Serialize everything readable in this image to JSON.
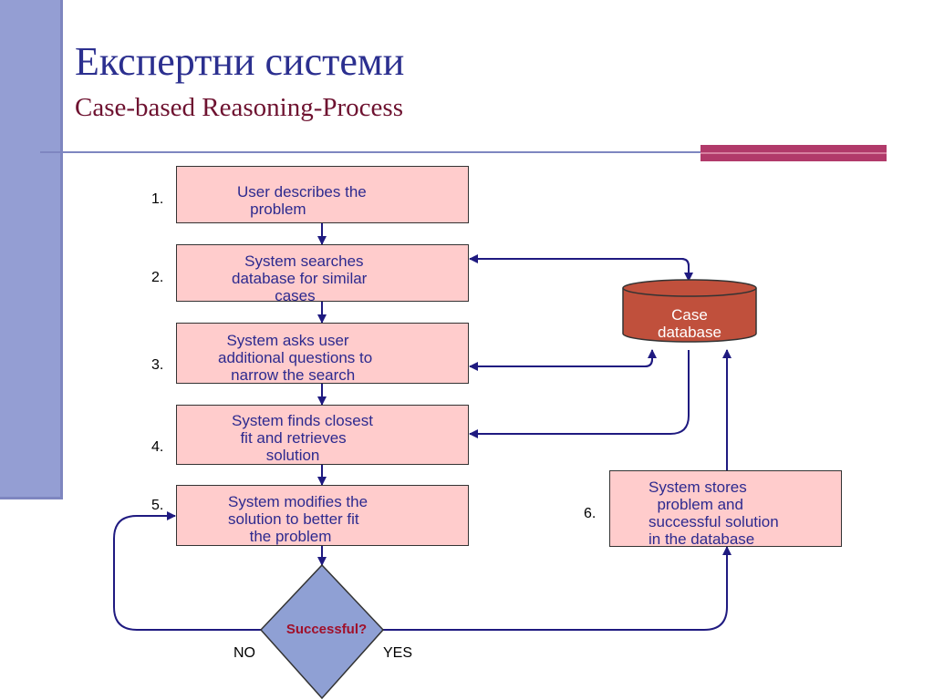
{
  "header": {
    "title": "Експертни системи",
    "subtitle": "Case-based Reasoning-Process"
  },
  "steps": [
    {
      "num": "1.",
      "text": "User describes the\n   problem"
    },
    {
      "num": "2.",
      "text": "   System searches\ndatabase for similar\n          cases"
    },
    {
      "num": "3.",
      "text": "  System asks user\nadditional questions to\n   narrow the search"
    },
    {
      "num": "4.",
      "text": "System finds closest\n  fit and retrieves\n        solution"
    },
    {
      "num": "5.",
      "text": "System modifies the\nsolution to better fit\n     the problem"
    },
    {
      "num": "6.",
      "text": "System stores\n  problem and\nsuccessful solution\nin the database"
    }
  ],
  "database": {
    "label": "Case\ndatabase"
  },
  "decision": {
    "label": "Successful?",
    "no": "NO",
    "yes": "YES"
  },
  "colors": {
    "box_fill": "#ffcccc",
    "text": "#2d2a8f",
    "arrow": "#1f1a80",
    "db_fill": "#c0503c",
    "decision_fill": "#8fa0d4",
    "sidebar": "#949ed3",
    "accent": "#b13a6a"
  }
}
